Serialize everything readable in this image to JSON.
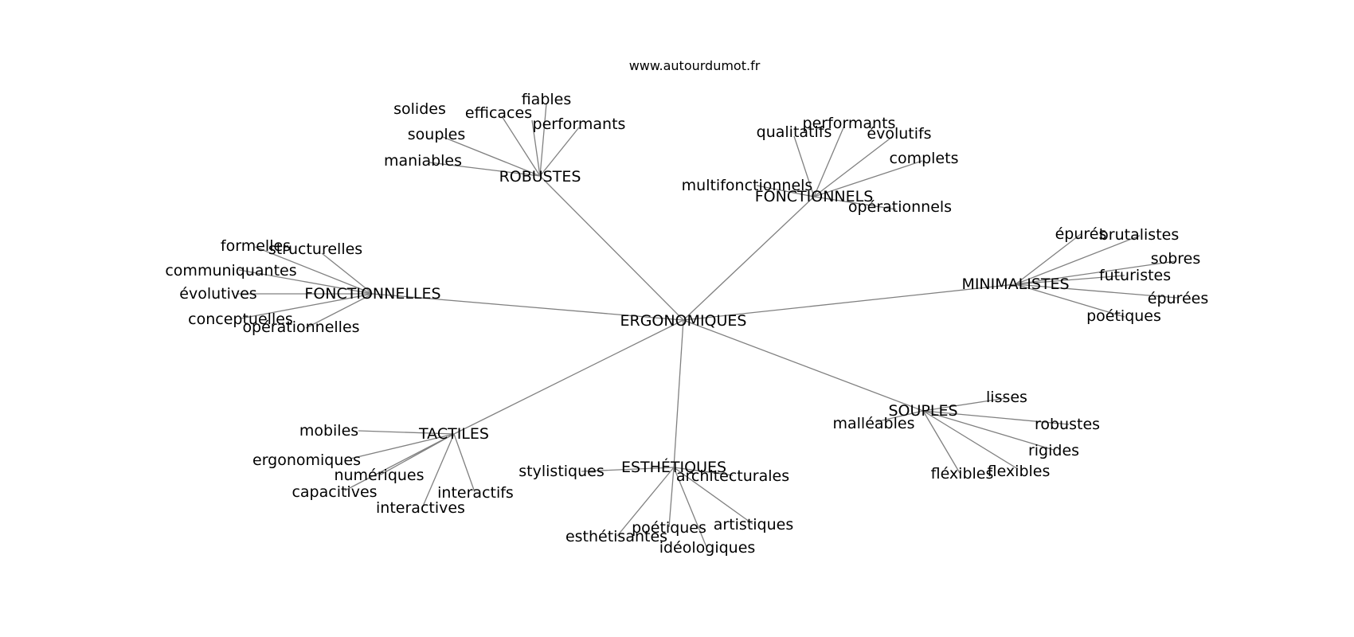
{
  "credit": "www.autourdumot.fr",
  "center": {
    "label": "ERGONOMIQUES"
  },
  "categories": [
    {
      "id": "robustes",
      "label": "ROBUSTES",
      "leaves": [
        "solides",
        "efficaces",
        "fiables",
        "performants",
        "souples",
        "maniables"
      ]
    },
    {
      "id": "fonctionnels",
      "label": "FONCTIONNELS",
      "leaves": [
        "qualitatifs",
        "performants",
        "évolutifs",
        "complets",
        "multifonctionnels",
        "opérationnels"
      ]
    },
    {
      "id": "fonctionnelles",
      "label": "FONCTIONNELLES",
      "leaves": [
        "formelles",
        "structurelles",
        "communiquantes",
        "évolutives",
        "conceptuelles",
        "opérationnelles"
      ]
    },
    {
      "id": "minimalistes",
      "label": "MINIMALISTES",
      "leaves": [
        "épurés",
        "brutalistes",
        "sobres",
        "futuristes",
        "épurées",
        "poétiques"
      ]
    },
    {
      "id": "souples",
      "label": "SOUPLES",
      "leaves": [
        "lisses",
        "malléables",
        "robustes",
        "rigides",
        "fléxibles",
        "flexibles"
      ]
    },
    {
      "id": "tactiles",
      "label": "TACTILES",
      "leaves": [
        "mobiles",
        "ergonomiques",
        "numériques",
        "capacitives",
        "interactifs",
        "interactives"
      ]
    },
    {
      "id": "esthetiques",
      "label": "ESTHÉTIQUES",
      "leaves": [
        "stylistiques",
        "architecturales",
        "artistiques",
        "poétiques",
        "esthétisantes",
        "idéologiques"
      ]
    }
  ]
}
